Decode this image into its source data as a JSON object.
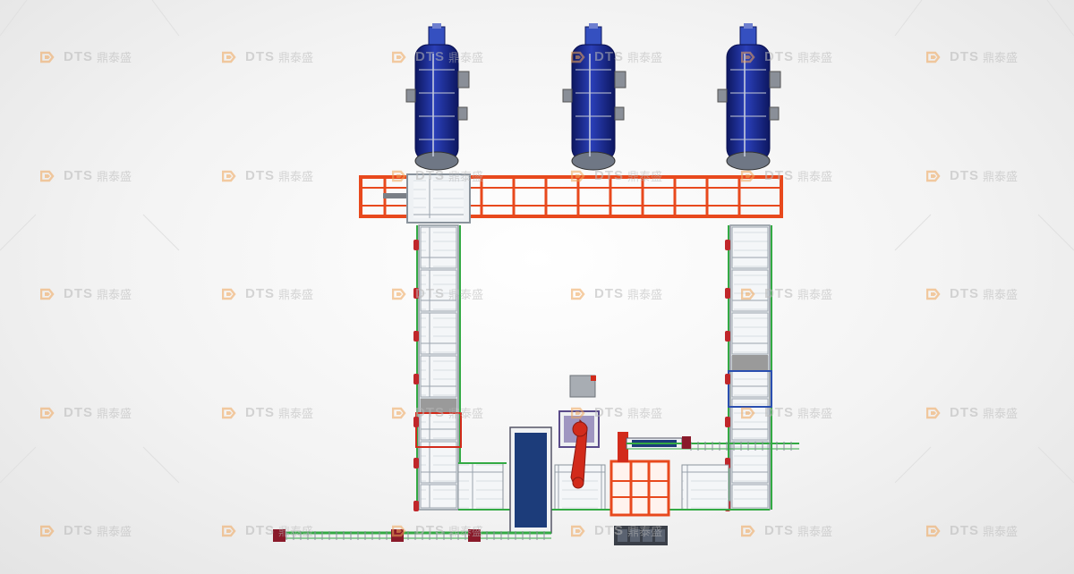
{
  "watermark": {
    "latin": "DTS",
    "chinese": "鼎泰盛"
  },
  "colors": {
    "frame_orange": "#e8491d",
    "tank_blue": "#1a2a8a",
    "rail_green": "#33aa44",
    "robot_red": "#d22b1b",
    "panel_navy": "#1c3c7a",
    "panel_gray": "#3a3f48"
  },
  "components": {
    "tanks": [
      "tank",
      "tank",
      "tank"
    ],
    "conveyor": "roller conveyor loop",
    "robot": "palletizing robot"
  }
}
